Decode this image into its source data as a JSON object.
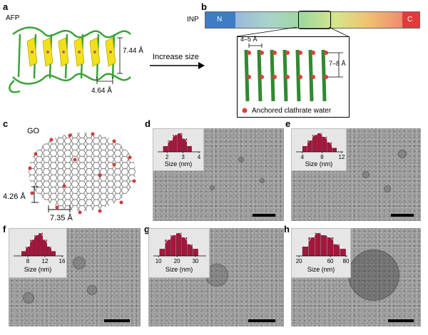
{
  "panels": {
    "a": {
      "label": "a",
      "title": "AFP",
      "dim_vertical": "7.44 Å",
      "dim_horizontal": "4.64 Å"
    },
    "arrow": {
      "label": "Increase size"
    },
    "b": {
      "label": "b",
      "title": "INP",
      "n_term": "N",
      "c_term": "C",
      "dim_horizontal": "4–5 Å",
      "dim_vertical": "7–8 Å",
      "legend": "Anchored clathrate water"
    },
    "c": {
      "label": "c",
      "title": "GO",
      "dim_vertical": "4.26 Å",
      "dim_horizontal": "7.35 Å"
    },
    "d": {
      "label": "d",
      "size_label": "Size (nm)"
    },
    "e": {
      "label": "e",
      "size_label": "Size (nm)"
    },
    "f": {
      "label": "f",
      "size_label": "Size (nm)"
    },
    "g": {
      "label": "g",
      "size_label": "Size (nm)"
    },
    "h": {
      "label": "h",
      "size_label": "Size (nm)"
    }
  },
  "chart_data": [
    {
      "type": "bar",
      "panel": "d",
      "xlabel": "Size (nm)",
      "xlim": [
        1.5,
        4
      ],
      "ticks": [
        "2",
        "3",
        "4"
      ],
      "x": [
        1.9,
        2.2,
        2.5,
        2.8,
        3.1,
        3.4
      ],
      "values": [
        3,
        6,
        9,
        10,
        7,
        3
      ]
    },
    {
      "type": "bar",
      "panel": "e",
      "xlabel": "Size (nm)",
      "xlim": [
        3,
        12
      ],
      "ticks": [
        "4",
        "8",
        "12"
      ],
      "x": [
        4.5,
        5.5,
        6.5,
        7.5,
        8.5,
        9.5,
        10.5
      ],
      "values": [
        3,
        6,
        9,
        10,
        8,
        5,
        2
      ]
    },
    {
      "type": "bar",
      "panel": "f",
      "xlabel": "Size (nm)",
      "xlim": [
        5,
        16
      ],
      "ticks": [
        "8",
        "12",
        "16"
      ],
      "x": [
        7,
        8,
        9,
        10,
        11,
        12,
        13,
        14
      ],
      "values": [
        2,
        4,
        7,
        9,
        10,
        7,
        4,
        2
      ]
    },
    {
      "type": "bar",
      "panel": "g",
      "xlabel": "Size (nm)",
      "xlim": [
        8,
        35
      ],
      "ticks": [
        "10",
        "20",
        "30"
      ],
      "x": [
        12,
        15,
        18,
        21,
        24,
        27,
        30
      ],
      "values": [
        3,
        7,
        9,
        10,
        8,
        5,
        3
      ]
    },
    {
      "type": "bar",
      "panel": "h",
      "xlabel": "Size (nm)",
      "xlim": [
        18,
        80
      ],
      "ticks": [
        "20",
        "60",
        "80"
      ],
      "x": [
        28,
        36,
        44,
        52,
        60,
        68,
        76
      ],
      "values": [
        4,
        8,
        10,
        9,
        8,
        5,
        3
      ]
    }
  ]
}
